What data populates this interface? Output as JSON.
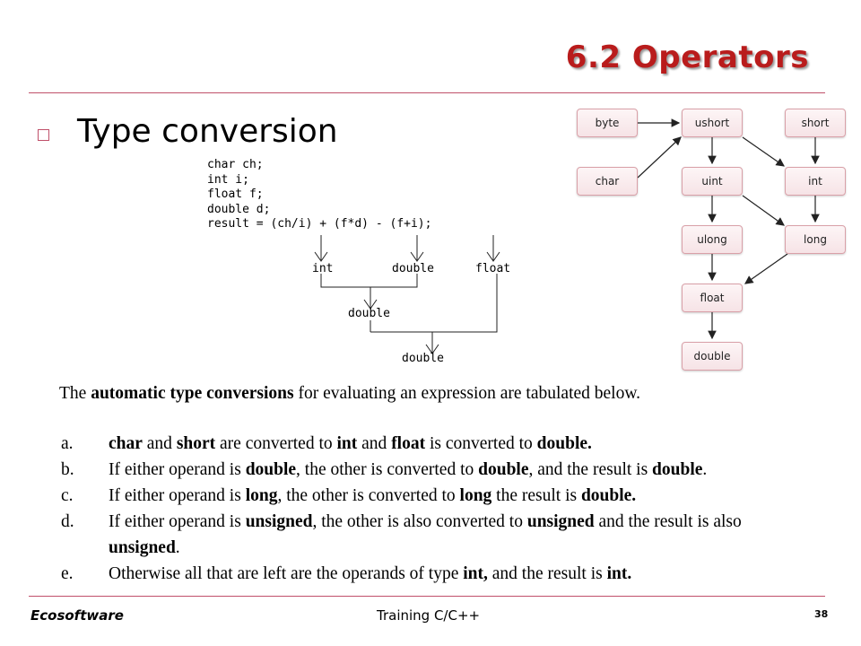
{
  "slide": {
    "title": "6.2 Operators",
    "bullet": "Type conversion"
  },
  "code": {
    "lines": [
      "char ch;",
      "int i;",
      "float f;",
      "double d;",
      "result = (ch/i) + (f*d) - (f+i);"
    ],
    "labels": {
      "int": "int",
      "double1": "double",
      "float": "float",
      "double2": "double",
      "double3": "double"
    }
  },
  "flow": {
    "byte": "byte",
    "ushort": "ushort",
    "short": "short",
    "char": "char",
    "uint": "uint",
    "int": "int",
    "ulong": "ulong",
    "long": "long",
    "float": "float",
    "double": "double"
  },
  "rules": {
    "intro_pre": "The ",
    "intro_bold": "automatic type conversions",
    "intro_post": " for evaluating an expression are tabulated below.",
    "a": {
      "letter": "a.",
      "b1": "char",
      "t1": " and ",
      "b2": "short",
      "t2": "  are converted to ",
      "b3": "int",
      "t3": " and ",
      "b4": "float",
      "t4": " is converted to ",
      "b5": "double."
    },
    "b": {
      "letter": "b.",
      "t1": "If either operand is ",
      "b1": "double",
      "t2": ", the other is converted to ",
      "b2": "double",
      "t3": ", and the result is ",
      "b3": "double",
      "t4": "."
    },
    "c": {
      "letter": "c.",
      "t1": "If either operand is ",
      "b1": "long",
      "t2": ", the other is converted to ",
      "b2": "long",
      "t3": " the result is ",
      "b3": "double."
    },
    "d": {
      "letter": "d.",
      "t1": "If either operand is ",
      "b1": "unsigned",
      "t2": ", the other is also converted to ",
      "b2": "unsigned",
      "t3": " and the result is also",
      "b3": "unsigned",
      "t4": "."
    },
    "e": {
      "letter": "e.",
      "t1": "Otherwise all that are left are the operands of type ",
      "b1": "int,",
      "t2": " and the result is ",
      "b2": "int."
    }
  },
  "footer": {
    "company": "Ecosoftware",
    "course": "Training C/C++",
    "page": "38"
  },
  "colors": {
    "title": "#b91c1c",
    "rule_line": "#c0506a",
    "node_border": "#d9a0a8"
  }
}
